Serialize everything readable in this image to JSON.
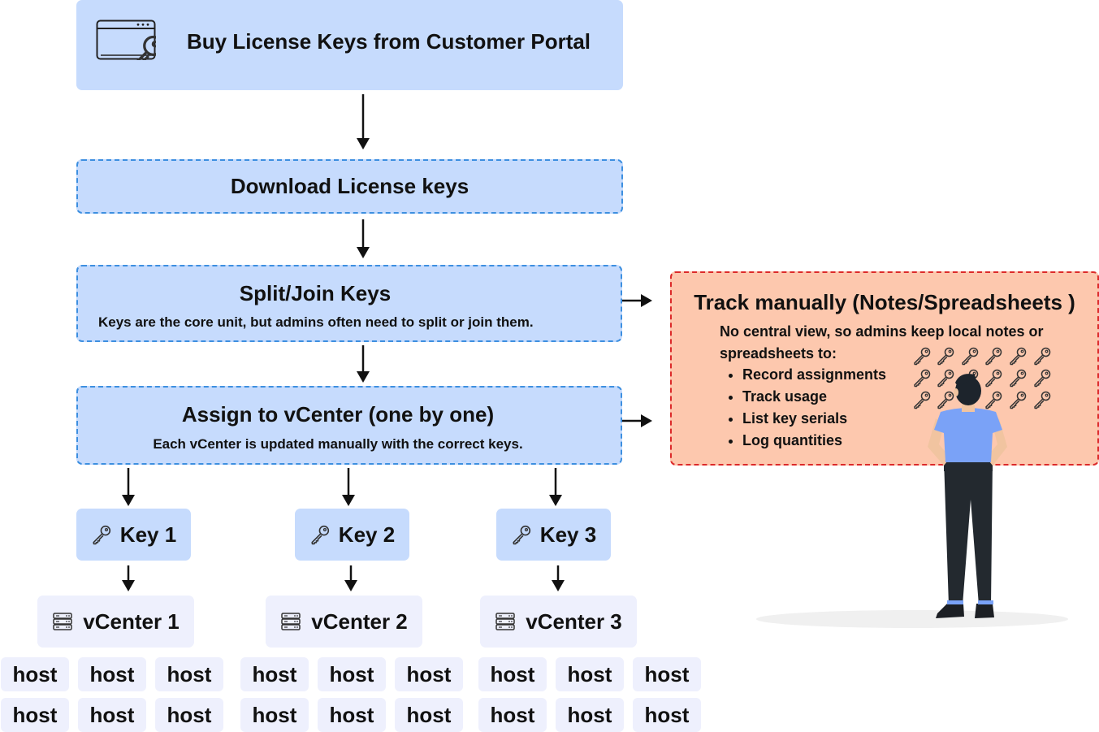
{
  "steps": {
    "buy": {
      "title": "Buy License Keys from Customer Portal",
      "icon": "browser-key-icon"
    },
    "download": {
      "title": "Download License keys"
    },
    "split": {
      "title": "Split/Join Keys",
      "subtitle": "Keys are the core unit, but admins often need to split or join them."
    },
    "assign": {
      "title": "Assign to vCenter (one by one)",
      "subtitle": "Each vCenter is updated manually with the correct keys."
    }
  },
  "track": {
    "title": "Track manually (Notes/Spreadsheets )",
    "intro": "No central view, so admins keep local notes or spreadsheets to:",
    "items": [
      "Record assignments",
      "Track usage",
      "List key serials",
      "Log quantities"
    ]
  },
  "keys": [
    {
      "label": "Key 1",
      "icon": "key-icon"
    },
    {
      "label": "Key 2",
      "icon": "key-icon"
    },
    {
      "label": "Key 3",
      "icon": "key-icon"
    }
  ],
  "vcenters": [
    {
      "label": "vCenter 1",
      "icon": "server-icon"
    },
    {
      "label": "vCenter 2",
      "icon": "server-icon"
    },
    {
      "label": "vCenter 3",
      "icon": "server-icon"
    }
  ],
  "host_label": "host",
  "colors": {
    "step_fill": "#c6dbfd",
    "step_border": "#3d8fe0",
    "vcenter_fill": "#eef0fd",
    "track_fill": "#fdc8ae",
    "track_border": "#dc2a2a",
    "person_shirt": "#7aa2f7",
    "person_pants": "#23292f"
  }
}
